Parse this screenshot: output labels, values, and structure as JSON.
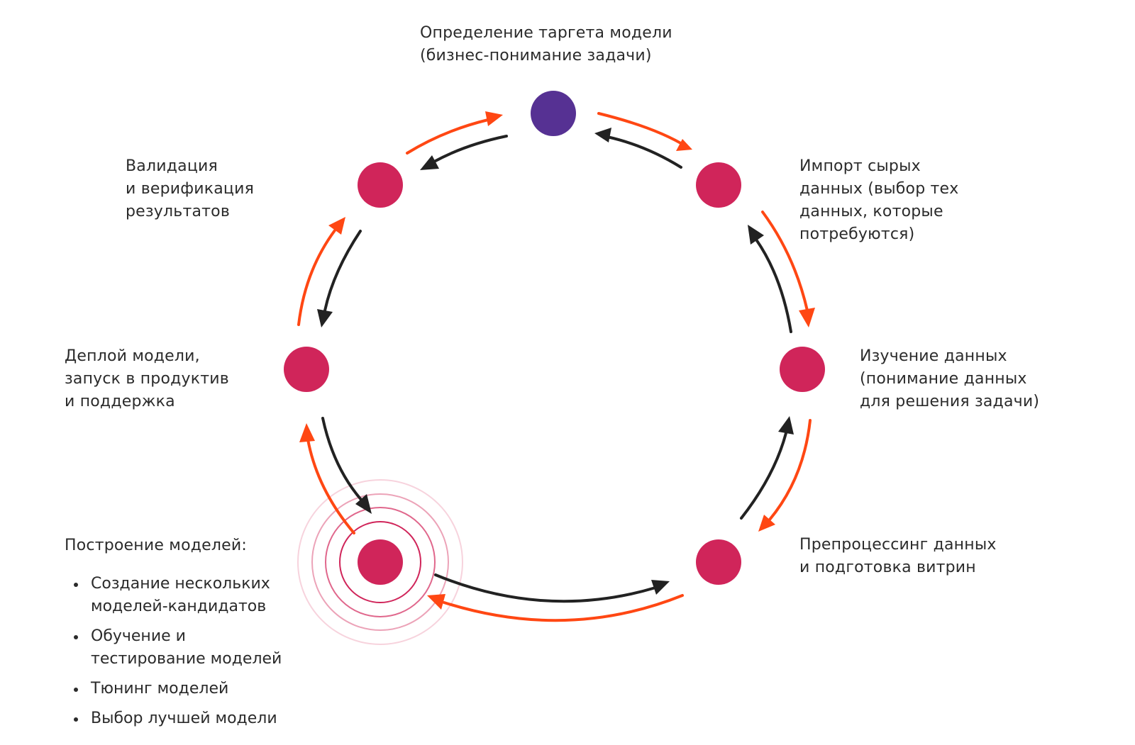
{
  "colors": {
    "node_primary": "#d0255a",
    "node_start": "#563193",
    "arrow_forward": "#ff4713",
    "arrow_backward": "#222222",
    "ripple": "#d0255a"
  },
  "stages": {
    "target": [
      "Определение таргета модели",
      "(бизнес-понимание задачи)"
    ],
    "import": [
      "Импорт сырых",
      "данных (выбор тех",
      "данных, которые",
      "потребуются)"
    ],
    "explore": [
      "Изучение данных",
      "(понимание данных",
      "для решения задачи)"
    ],
    "preprocess": [
      "Препроцессинг данных",
      "и подготовка витрин"
    ],
    "build": {
      "title": "Построение моделей:",
      "items": [
        [
          "Создание нескольких",
          "моделей-кандидатов"
        ],
        [
          "Обучение и",
          "тестирование моделей"
        ],
        [
          "Тюнинг моделей"
        ],
        [
          "Выбор лучшей модели"
        ]
      ]
    },
    "deploy": [
      "Деплой модели,",
      "запуск в продуктив",
      "и поддержка"
    ],
    "validate": [
      "Валидация",
      "и верификация",
      "результатов"
    ]
  }
}
